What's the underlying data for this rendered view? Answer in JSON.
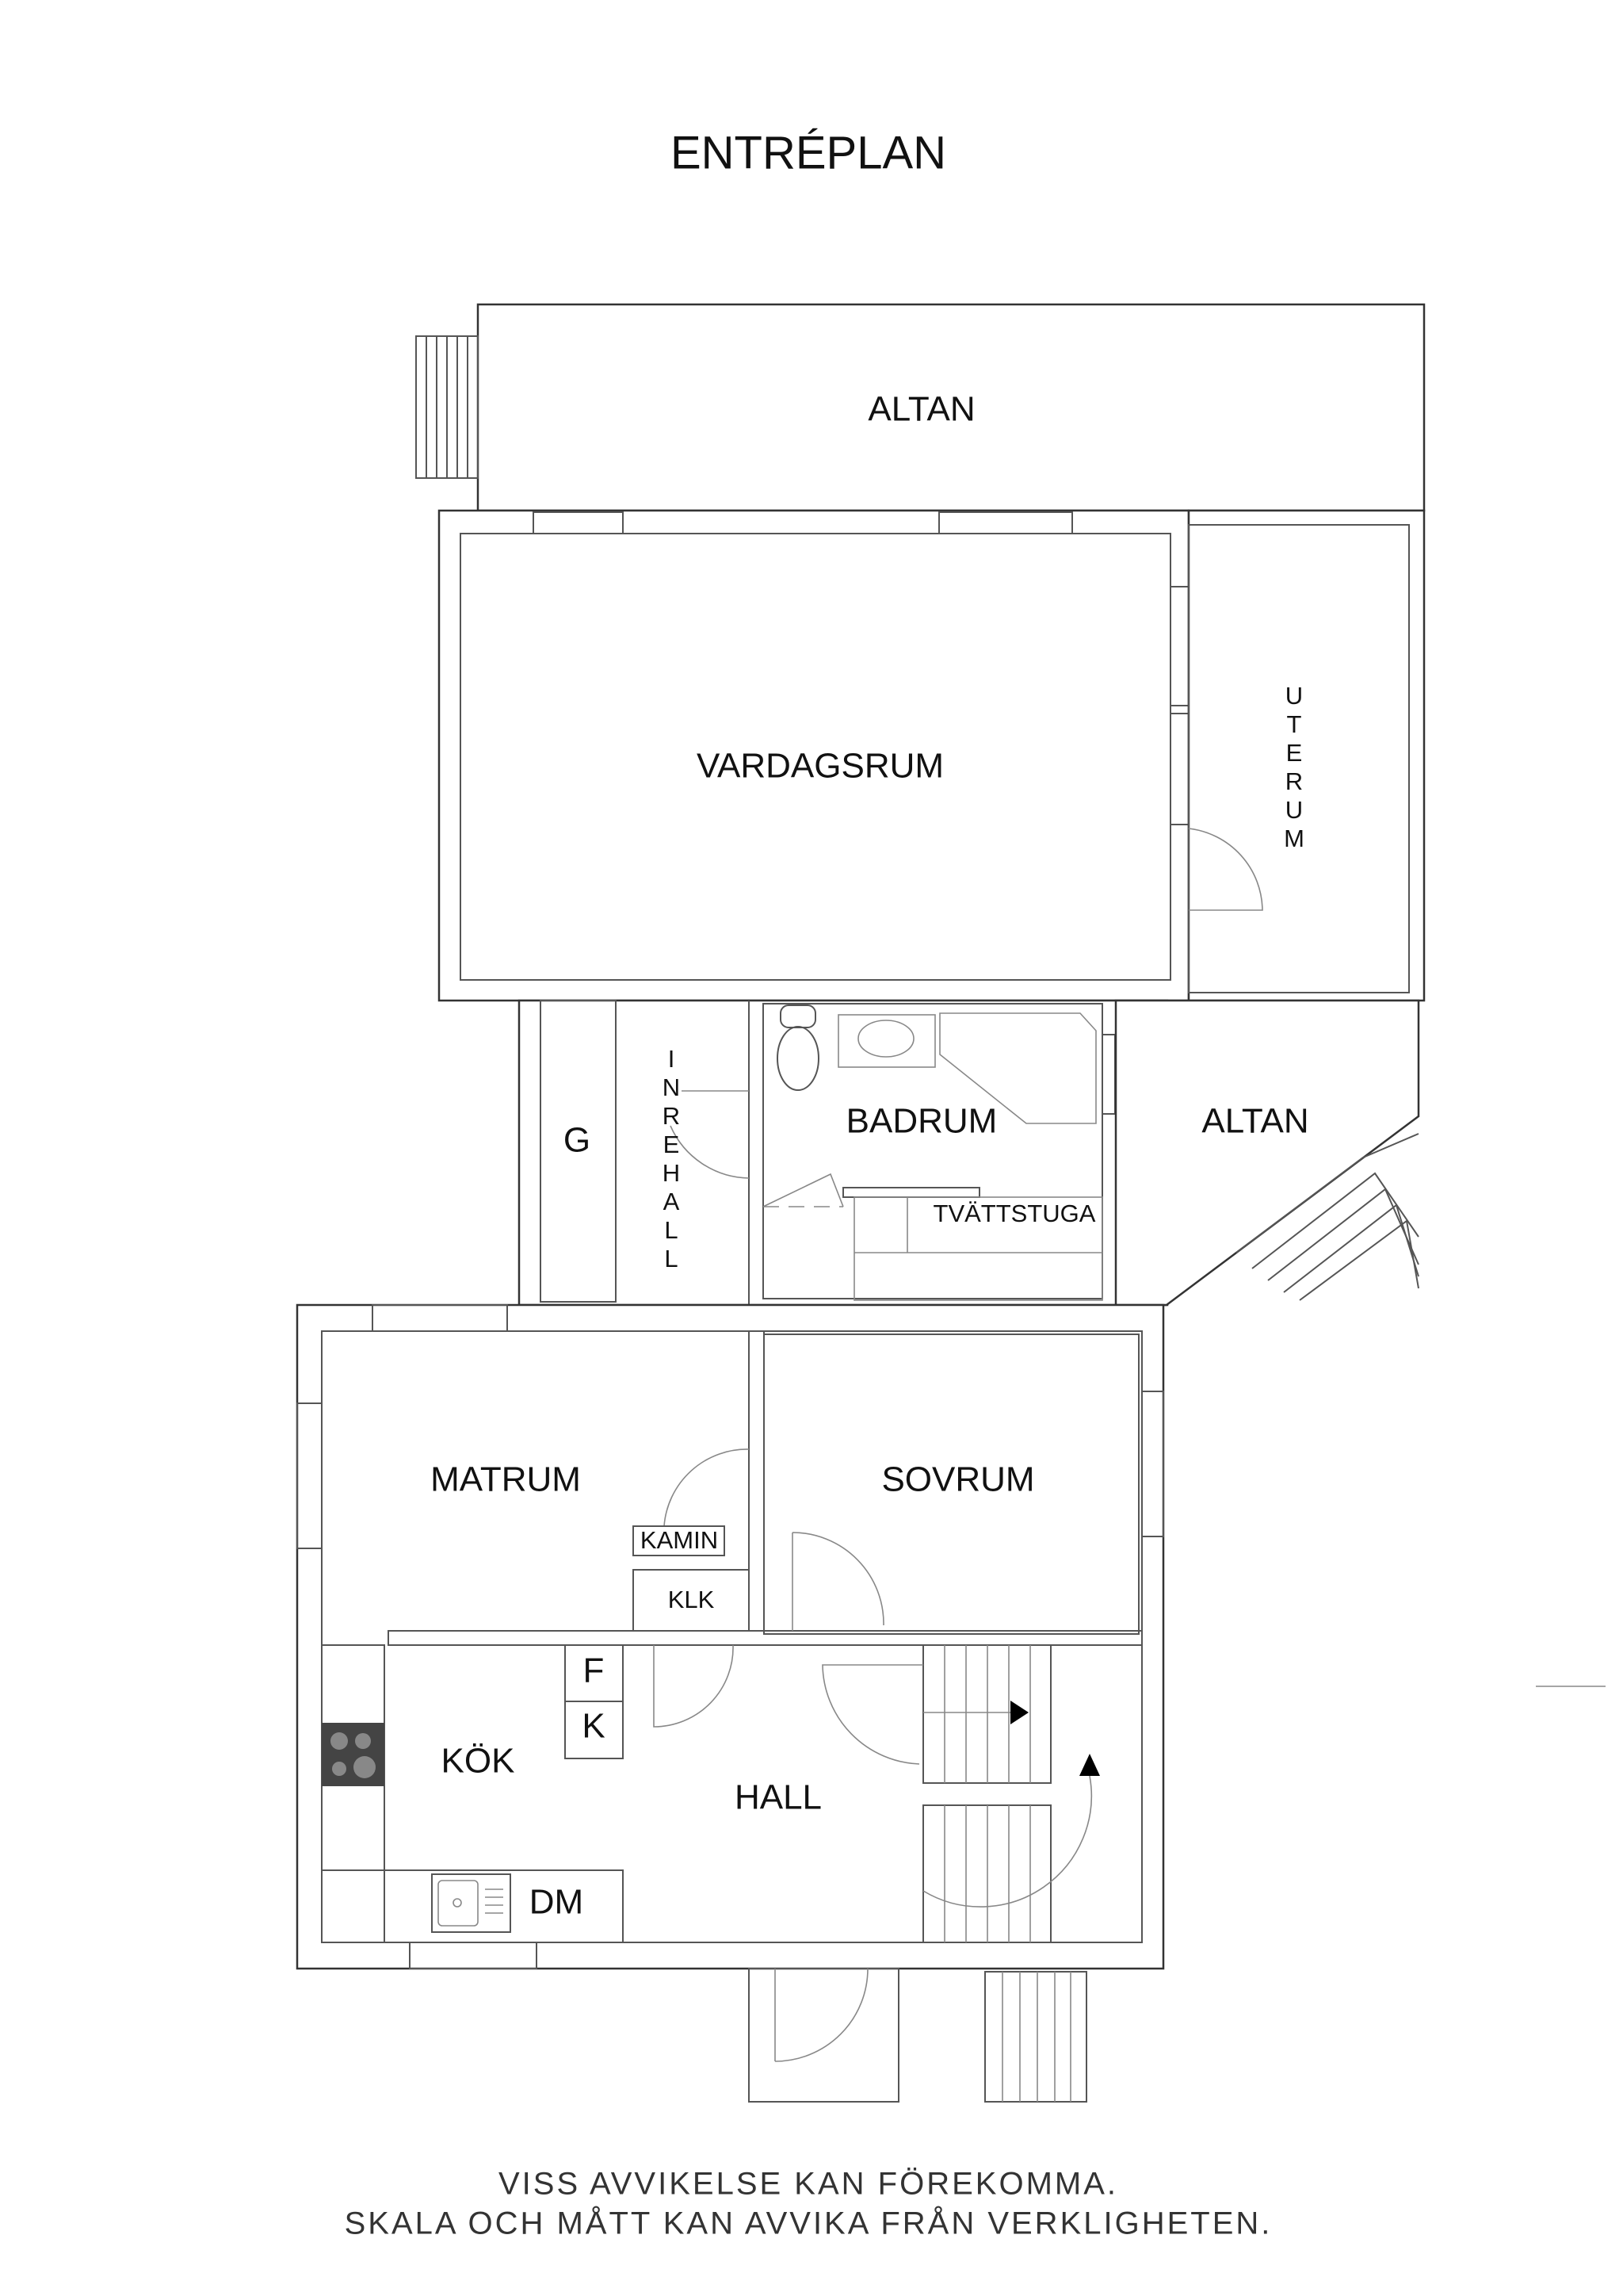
{
  "title": "ENTRÉPLAN",
  "rooms": {
    "altan_top": "ALTAN",
    "vardagsrum": "VARDAGSRUM",
    "uterum": [
      "U",
      "T",
      "E",
      "R",
      "U",
      "M"
    ],
    "g": "G",
    "inrehall": [
      "I",
      "N",
      "R",
      "E",
      "H",
      "A",
      "L",
      "L"
    ],
    "badrum": "BADRUM",
    "tvattstuga": "TVÄTTSTUGA",
    "altan_right": "ALTAN",
    "matrum": "MATRUM",
    "sovrum": "SOVRUM",
    "kamin": "KAMIN",
    "klk": "KLK",
    "f": "F",
    "k": "K",
    "kok": "KÖK",
    "hall": "HALL",
    "dm": "DM"
  },
  "footer": {
    "line1": "VISS  AVVIKELSE  KAN  FÖREKOMMA.",
    "line2": "SKALA  OCH  MÅTT  KAN  AVVIKA  FRÅN  VERKLIGHETEN."
  }
}
